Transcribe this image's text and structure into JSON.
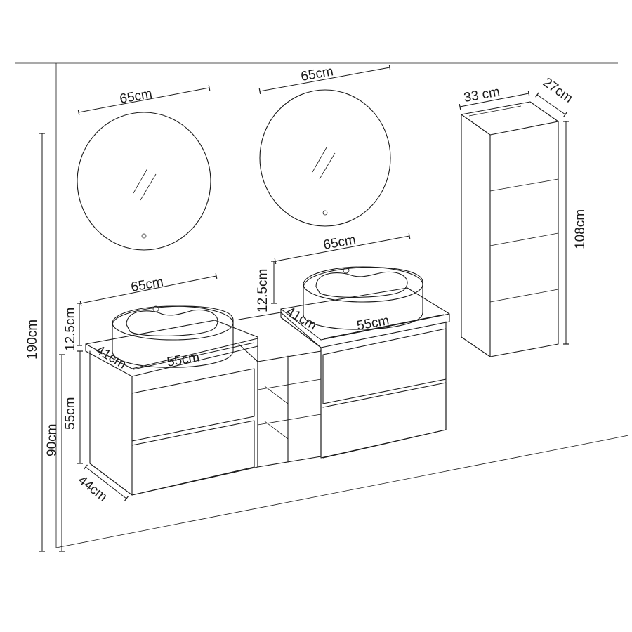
{
  "labels": {
    "mirror_left_width": "65cm",
    "mirror_right_width": "65cm",
    "basin_left_width": "65cm",
    "basin_right_width": "65cm",
    "basin_left_height": "12.5cm",
    "basin_right_height": "12.5cm",
    "counter_left_depth": "41cm",
    "counter_left_width": "55cm",
    "counter_right_depth": "41cm",
    "counter_right_width": "55cm",
    "total_height": "190cm",
    "vanity_height": "90cm",
    "cabinet_height": "55cm",
    "cabinet_depth": "44cm",
    "column_width": "33 cm",
    "column_depth": "27cm",
    "column_height": "108cm"
  }
}
